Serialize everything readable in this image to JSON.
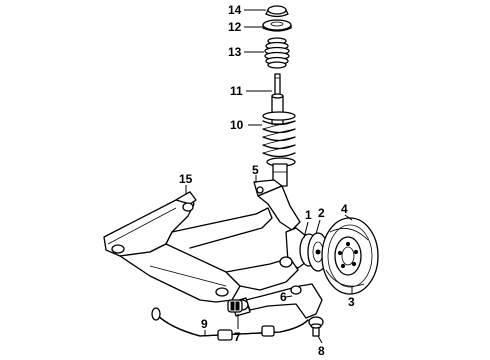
{
  "diagram": {
    "callouts": [
      {
        "id": "c14",
        "label": "14"
      },
      {
        "id": "c12",
        "label": "12"
      },
      {
        "id": "c13",
        "label": "13"
      },
      {
        "id": "c11",
        "label": "11"
      },
      {
        "id": "c10",
        "label": "10"
      },
      {
        "id": "c5",
        "label": "5"
      },
      {
        "id": "c15",
        "label": "15"
      },
      {
        "id": "c1",
        "label": "1"
      },
      {
        "id": "c2",
        "label": "2"
      },
      {
        "id": "c4",
        "label": "4"
      },
      {
        "id": "c3",
        "label": "3"
      },
      {
        "id": "c6",
        "label": "6"
      },
      {
        "id": "c7",
        "label": "7"
      },
      {
        "id": "c9",
        "label": "9"
      },
      {
        "id": "c8",
        "label": "8"
      }
    ]
  }
}
